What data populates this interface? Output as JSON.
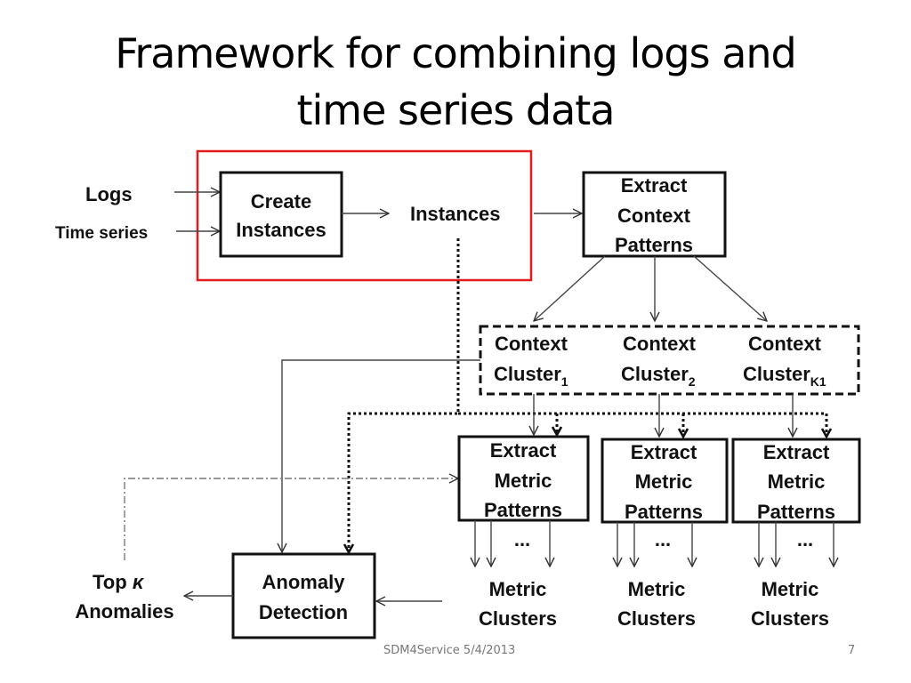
{
  "slide": {
    "title_line1": "Framework for combining logs and",
    "title_line2": "time series data",
    "footer_text": "SDM4Service 5/4/2013",
    "page_number": "7"
  },
  "colors": {
    "highlight_box": "#e31b1b",
    "box_stroke": "#111111",
    "arrow": "#444444",
    "footer": "#777777"
  },
  "diagram": {
    "inputs": {
      "logs": "Logs",
      "time_series": "Time series"
    },
    "create_instances": {
      "line1": "Create",
      "line2": "Instances"
    },
    "instances": "Instances",
    "extract_context": {
      "line1": "Extract",
      "line2": "Context",
      "line3": "Patterns"
    },
    "context_clusters": [
      {
        "line1": "Context",
        "base": "Cluster",
        "sub": "1"
      },
      {
        "line1": "Context",
        "base": "Cluster",
        "sub": "2"
      },
      {
        "line1": "Context",
        "base": "Cluster",
        "sub": "K1"
      }
    ],
    "extract_metric": [
      {
        "line1": "Extract",
        "line2": "Metric",
        "line3": "Patterns"
      },
      {
        "line1": "Extract",
        "line2": "Metric",
        "line3": "Patterns"
      },
      {
        "line1": "Extract",
        "line2": "Metric",
        "line3": "Patterns"
      }
    ],
    "ellipsis": "...",
    "metric_clusters": [
      {
        "line1": "Metric",
        "line2": "Clusters"
      },
      {
        "line1": "Metric",
        "line2": "Clusters"
      },
      {
        "line1": "Metric",
        "line2": "Clusters"
      }
    ],
    "anomaly_detection": {
      "line1": "Anomaly",
      "line2": "Detection"
    },
    "top_anomalies": {
      "line1": "Top",
      "kappa": "κ",
      "line2": "Anomalies"
    }
  }
}
